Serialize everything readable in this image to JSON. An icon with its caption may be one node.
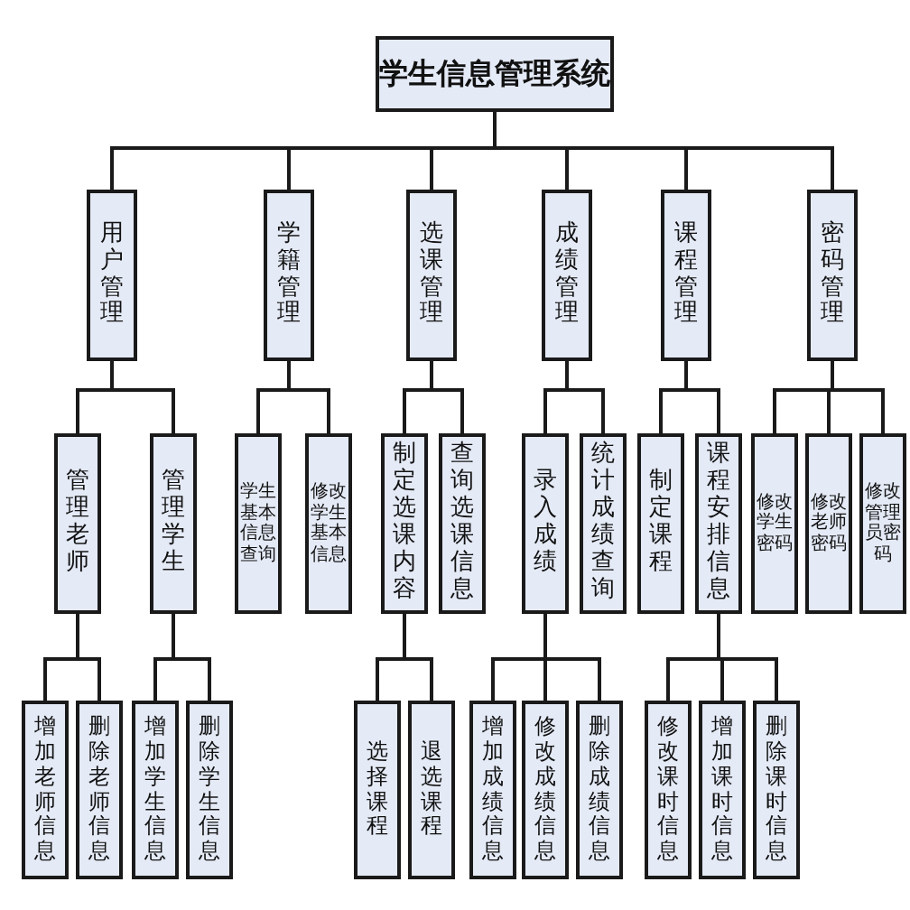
{
  "diagram": {
    "nodes": [
      {
        "text": [
          "学生信息管理系统"
        ]
      },
      {
        "text": [
          "用户管理"
        ]
      },
      {
        "text": [
          "学籍管理"
        ]
      },
      {
        "text": [
          "选课管理"
        ]
      },
      {
        "text": [
          "成绩管理"
        ]
      },
      {
        "text": [
          "课程管理"
        ]
      },
      {
        "text": [
          "密码管理"
        ]
      },
      {
        "text": [
          "管理老师"
        ]
      },
      {
        "text": [
          "管理学生"
        ]
      },
      {
        "text": [
          "学生基本信息查询"
        ]
      },
      {
        "text": [
          "修改学生基本信息"
        ]
      },
      {
        "text": [
          "制定选课内容"
        ]
      },
      {
        "text": [
          "查询选课信息"
        ]
      },
      {
        "text": [
          "录入成绩"
        ]
      },
      {
        "text": [
          "统计成绩查询"
        ]
      },
      {
        "text": [
          "制定课程"
        ]
      },
      {
        "text": [
          "课程安排信息"
        ]
      },
      {
        "text": [
          "修改学生密码"
        ]
      },
      {
        "text": [
          "修改老师密码"
        ]
      },
      {
        "text": [
          "修改管理员密码"
        ]
      },
      {
        "text": [
          "增加老师信息"
        ]
      },
      {
        "text": [
          "删除老师信息"
        ]
      },
      {
        "text": [
          "增加学生信息"
        ]
      },
      {
        "text": [
          "删除学生信息"
        ]
      },
      {
        "text": [
          "选择课程"
        ]
      },
      {
        "text": [
          "退选课程"
        ]
      },
      {
        "text": [
          "增加成绩信息"
        ]
      },
      {
        "text": [
          "修改成绩信息"
        ]
      },
      {
        "text": [
          "删除成绩信息"
        ]
      },
      {
        "text": [
          "修改课时信息"
        ]
      },
      {
        "text": [
          "增加课时信息"
        ]
      },
      {
        "text": [
          "删除课时信息"
        ]
      }
    ],
    "edges": [
      {
        "from": 0,
        "to": 1,
        "arrow": "none"
      },
      {
        "from": 0,
        "to": 2,
        "arrow": "none"
      },
      {
        "from": 0,
        "to": 3,
        "arrow": "none"
      },
      {
        "from": 0,
        "to": 4,
        "arrow": "none"
      },
      {
        "from": 0,
        "to": 5,
        "arrow": "none"
      },
      {
        "from": 0,
        "to": 6,
        "arrow": "none"
      },
      {
        "from": 1,
        "to": 7,
        "arrow": "none"
      },
      {
        "from": 1,
        "to": 8,
        "arrow": "none"
      },
      {
        "from": 2,
        "to": 9,
        "arrow": "none"
      },
      {
        "from": 2,
        "to": 10,
        "arrow": "none"
      },
      {
        "from": 3,
        "to": 11,
        "arrow": "none"
      },
      {
        "from": 3,
        "to": 12,
        "arrow": "none"
      },
      {
        "from": 4,
        "to": 13,
        "arrow": "none"
      },
      {
        "from": 4,
        "to": 14,
        "arrow": "none"
      },
      {
        "from": 5,
        "to": 15,
        "arrow": "none"
      },
      {
        "from": 5,
        "to": 16,
        "arrow": "none"
      },
      {
        "from": 6,
        "to": 17,
        "arrow": "none"
      },
      {
        "from": 6,
        "to": 18,
        "arrow": "none"
      },
      {
        "from": 6,
        "to": 19,
        "arrow": "none"
      },
      {
        "from": 7,
        "to": 20,
        "arrow": "none"
      },
      {
        "from": 7,
        "to": 21,
        "arrow": "none"
      },
      {
        "from": 8,
        "to": 22,
        "arrow": "none"
      },
      {
        "from": 8,
        "to": 23,
        "arrow": "none"
      },
      {
        "from": 11,
        "to": 24,
        "arrow": "none"
      },
      {
        "from": 11,
        "to": 25,
        "arrow": "none"
      },
      {
        "from": 13,
        "to": 26,
        "arrow": "none"
      },
      {
        "from": 13,
        "to": 27,
        "arrow": "none"
      },
      {
        "from": 13,
        "to": 28,
        "arrow": "none"
      },
      {
        "from": 16,
        "to": 29,
        "arrow": "none"
      },
      {
        "from": 16,
        "to": 30,
        "arrow": "none"
      },
      {
        "from": 16,
        "to": 31,
        "arrow": "none"
      }
    ]
  }
}
